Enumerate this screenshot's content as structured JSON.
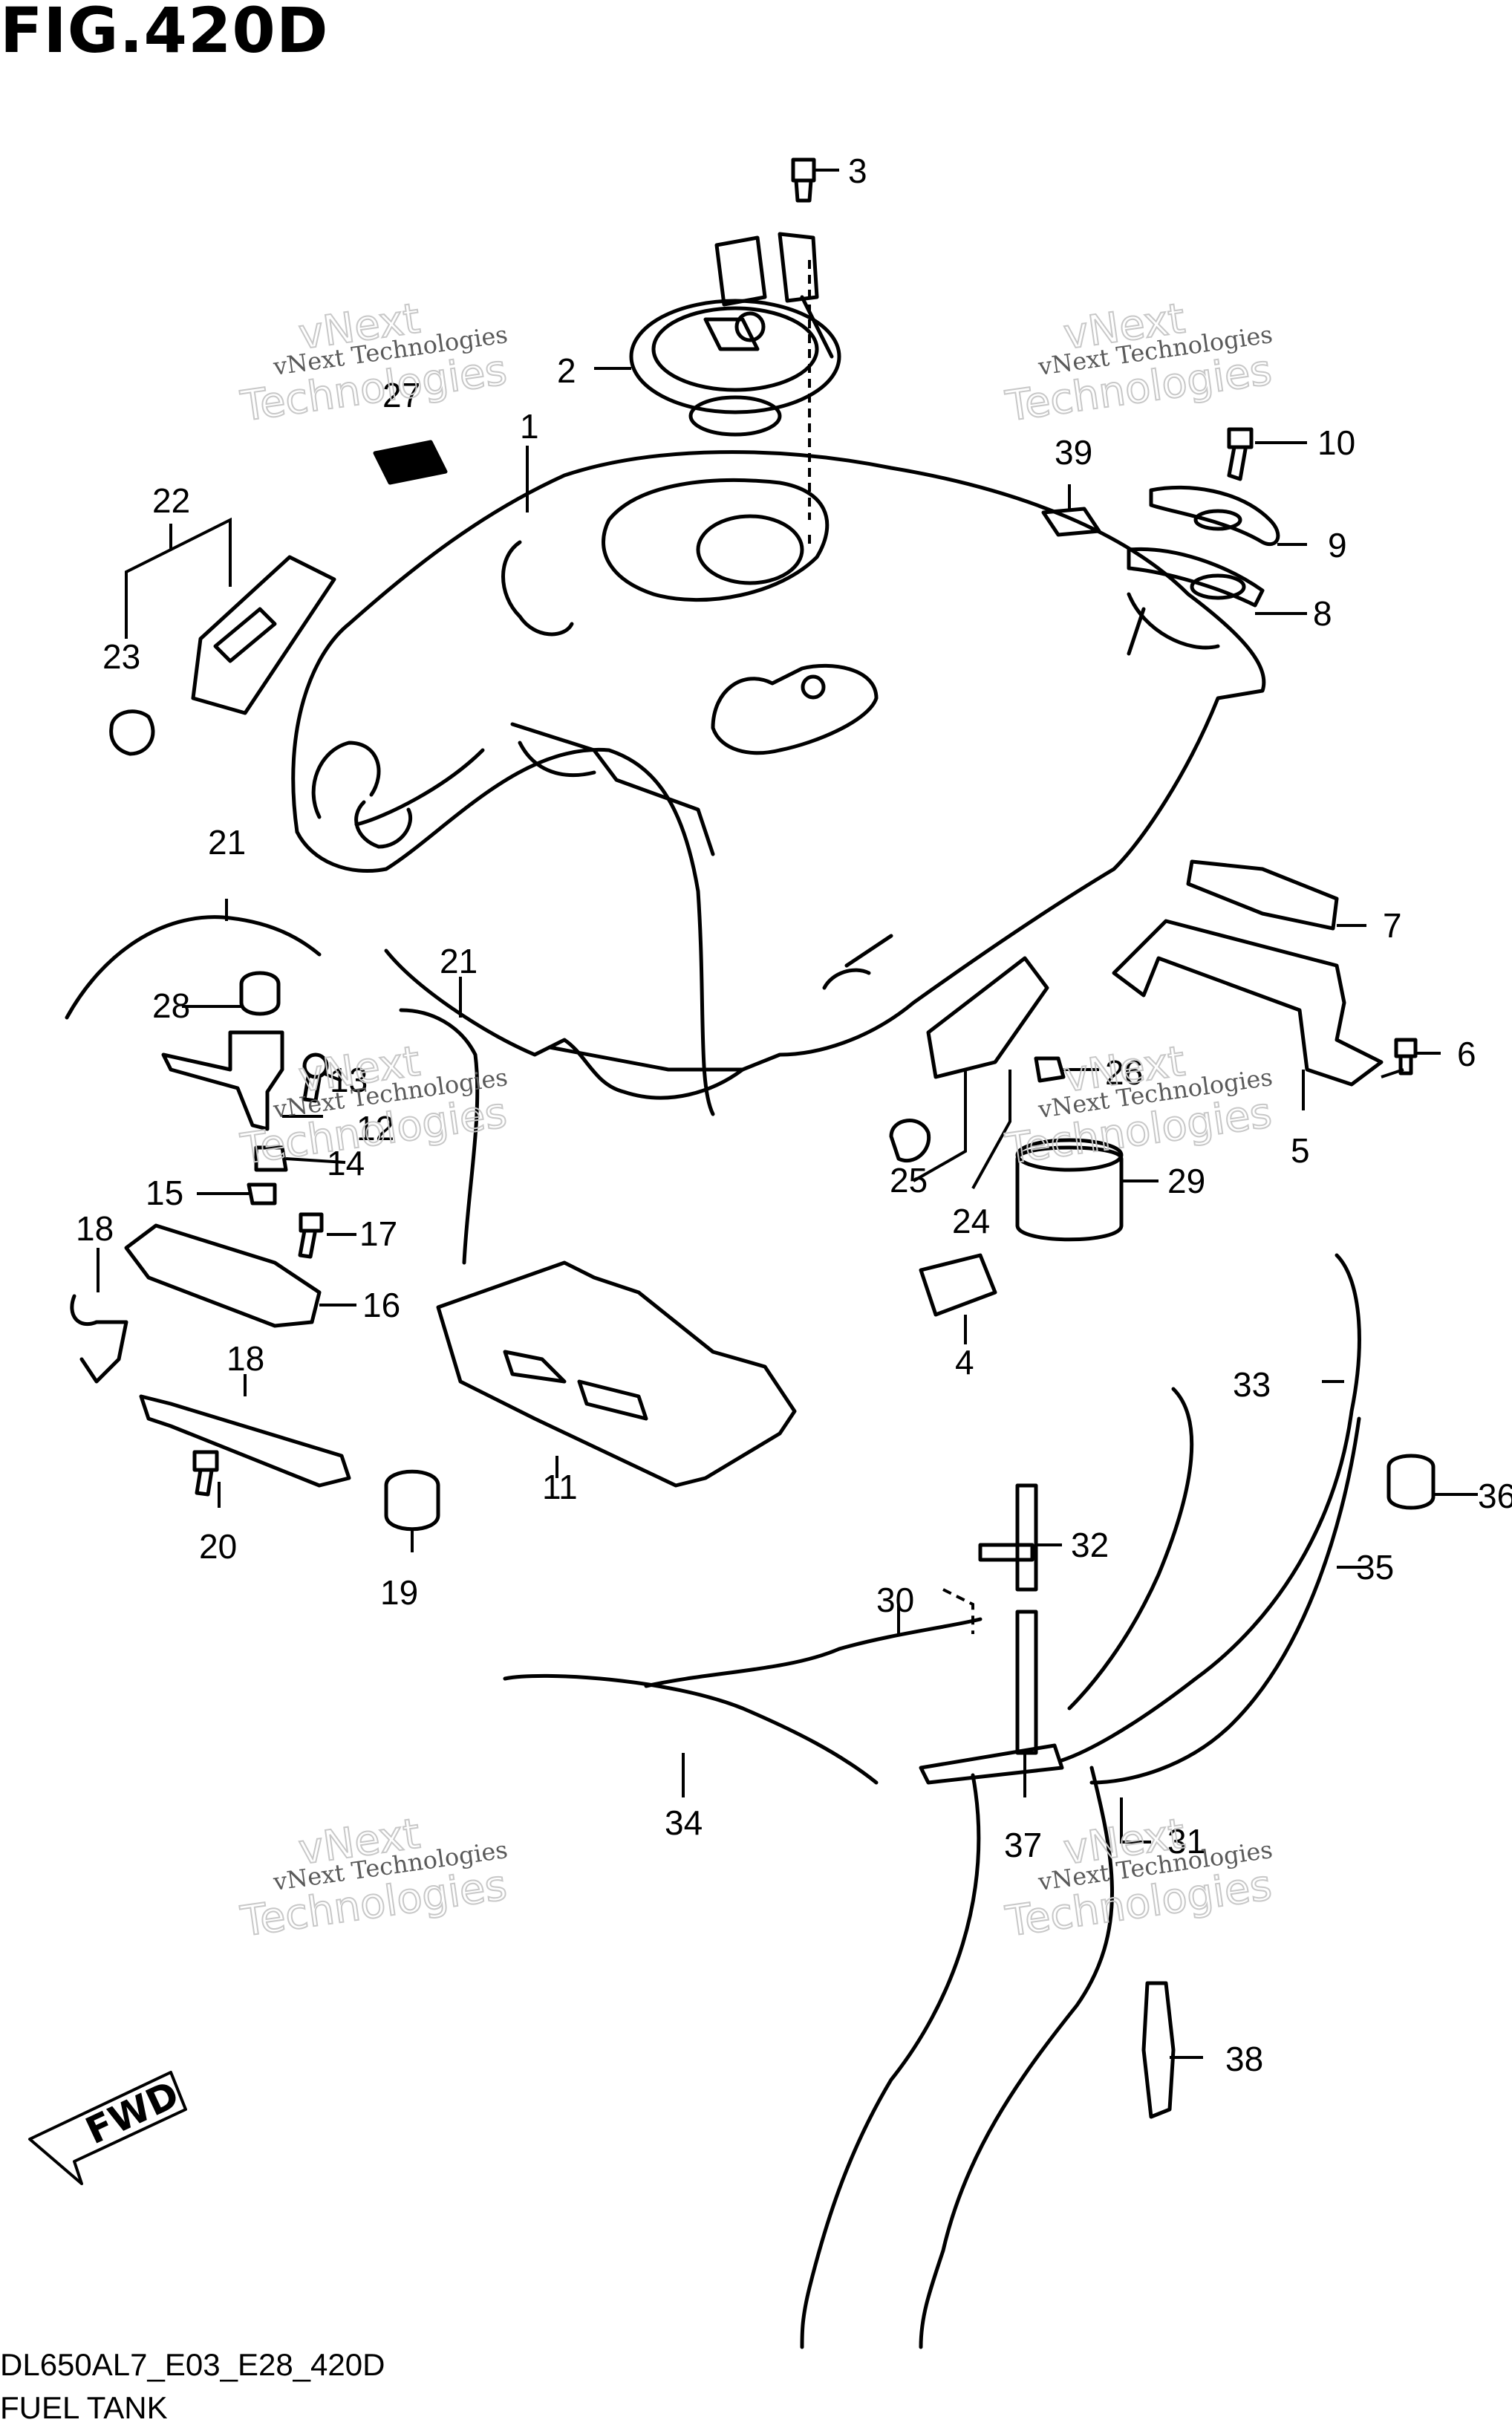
{
  "header": {
    "title": "FIG.420D"
  },
  "footer": {
    "code": "DL650AL7_E03_E28_420D",
    "name": "FUEL TANK"
  },
  "fwd_label": "FWD",
  "watermark": {
    "line1": "vNext Technologies",
    "line2": "vNext",
    "line3": "Technologies"
  },
  "callouts": [
    {
      "id": "1",
      "text": "1"
    },
    {
      "id": "2",
      "text": "2"
    },
    {
      "id": "3",
      "text": "3"
    },
    {
      "id": "4",
      "text": "4"
    },
    {
      "id": "5",
      "text": "5"
    },
    {
      "id": "6",
      "text": "6"
    },
    {
      "id": "7",
      "text": "7"
    },
    {
      "id": "8",
      "text": "8"
    },
    {
      "id": "9",
      "text": "9"
    },
    {
      "id": "10",
      "text": "10"
    },
    {
      "id": "11",
      "text": "11"
    },
    {
      "id": "12",
      "text": "12"
    },
    {
      "id": "13",
      "text": "13"
    },
    {
      "id": "14",
      "text": "14"
    },
    {
      "id": "15",
      "text": "15"
    },
    {
      "id": "16",
      "text": "16"
    },
    {
      "id": "17",
      "text": "17"
    },
    {
      "id": "18a",
      "text": "18"
    },
    {
      "id": "18b",
      "text": "18"
    },
    {
      "id": "19",
      "text": "19"
    },
    {
      "id": "20",
      "text": "20"
    },
    {
      "id": "21a",
      "text": "21"
    },
    {
      "id": "21b",
      "text": "21"
    },
    {
      "id": "22",
      "text": "22"
    },
    {
      "id": "23",
      "text": "23"
    },
    {
      "id": "24",
      "text": "24"
    },
    {
      "id": "25",
      "text": "25"
    },
    {
      "id": "26",
      "text": "26"
    },
    {
      "id": "27",
      "text": "27"
    },
    {
      "id": "28",
      "text": "28"
    },
    {
      "id": "29",
      "text": "29"
    },
    {
      "id": "30",
      "text": "30"
    },
    {
      "id": "31",
      "text": "31"
    },
    {
      "id": "32",
      "text": "32"
    },
    {
      "id": "33",
      "text": "33"
    },
    {
      "id": "34",
      "text": "34"
    },
    {
      "id": "35",
      "text": "35"
    },
    {
      "id": "36",
      "text": "36"
    },
    {
      "id": "37",
      "text": "37"
    },
    {
      "id": "38",
      "text": "38"
    },
    {
      "id": "39",
      "text": "39"
    }
  ]
}
